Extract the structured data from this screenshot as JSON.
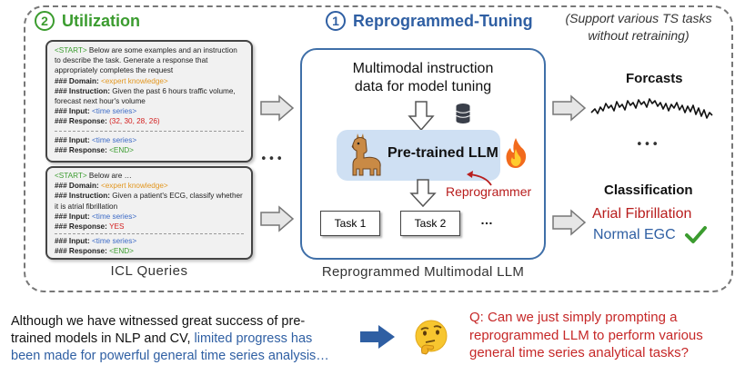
{
  "utilization": {
    "number": "2",
    "title": "Utilization",
    "caption": "ICL Queries",
    "query1": {
      "start": "<START>",
      "intro": " Below are some examples and an instruction to describe the task. Generate a response that appropriately completes the request",
      "domain_label": "### Domain: ",
      "domain_value": "<expert knowledge>",
      "instruction_label": "### Instruction:",
      "instruction_value": " Given the past 6 hours traffic volume, forecast next hour's volume",
      "input_label": "### Input: ",
      "input_value": "<time series>",
      "response_label": "### Response: ",
      "response_value": "(32, 30, 28, 26)",
      "input2_label": "### Input: ",
      "input2_value": "<time series>",
      "response2_label": "### Response: ",
      "response2_value": "<END>"
    },
    "query2": {
      "start": "<START>",
      "intro": " Below are …",
      "domain_label": "### Domain: ",
      "domain_value": "<expert knowledge>",
      "instruction_label": "### Instruction:",
      "instruction_value": " Given a patient's ECG, classify whether it is atrial fibrillation",
      "input_label": "### Input: ",
      "input_value": "<time series>",
      "response_label": "### Response: ",
      "response_value": "YES",
      "input2_label": "### Input: ",
      "input2_value": "<time series>",
      "response2_label": "### Response: ",
      "response2_value": "<END>"
    },
    "ellipsis": "•••"
  },
  "tuning": {
    "number": "1",
    "title": "Reprogrammed-Tuning",
    "data_text_line1": "Multimodal instruction",
    "data_text_line2": "data for model tuning",
    "llm_label": "Pre-trained LLM",
    "reprogrammer": "Reprogrammer",
    "task1": "Task 1",
    "task2": "Task 2",
    "task_more": "…",
    "caption": "Reprogrammed Multimodal LLM"
  },
  "outputs": {
    "note_line1": "(Support various TS tasks",
    "note_line2": "without retraining)",
    "forecasts_title": "Forcasts",
    "ellipsis": "•••",
    "classification_title": "Classification",
    "class1": "Arial Fibrillation",
    "class2": "Normal EGC"
  },
  "bottom": {
    "left_line1": "Although we have witnessed great success of pre-",
    "left_line2_a": "trained models in NLP and CV, ",
    "left_line2_b": "limited progress has",
    "left_line3": "been made for powerful general time series analysis…",
    "question_line1": "Q: Can we just simply prompting a",
    "question_line2": "reprogrammed LLM to perform various",
    "question_line3": "general time series analytical tasks?"
  },
  "colors": {
    "utilization_green": "#3b9c2f",
    "tuning_blue": "#2f5fa3",
    "question_red": "#c62828",
    "llm_fill": "#cfe0f3"
  },
  "icons": [
    "gray-arrow-icon",
    "database-icon",
    "llama-icon",
    "fire-icon",
    "checkmark-icon",
    "thinking-face-icon",
    "blue-arrow-icon"
  ]
}
